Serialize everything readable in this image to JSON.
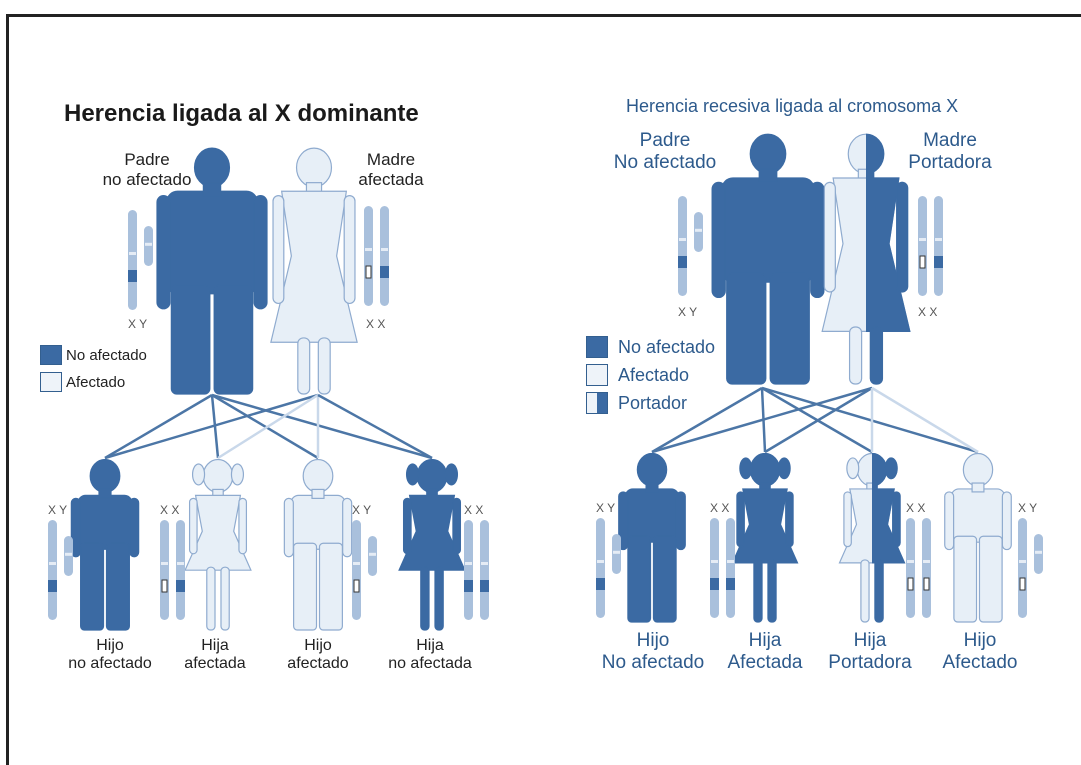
{
  "colors": {
    "affected_dark": "#3b6aa3",
    "unaffected_light": "#e7eff7",
    "chrom_light": "#a9c0dc",
    "chrom_dark": "#3b6aa3",
    "line_dark": "#4c76a6",
    "line_light": "#c9d8ea",
    "outline": "#8fabcf"
  },
  "left": {
    "title": "Herencia ligada al X dominante",
    "father": {
      "line1": "Padre",
      "line2": "no afectado",
      "chrom": "X  Y"
    },
    "mother": {
      "line1": "Madre",
      "line2": "afectada",
      "chrom": "X  X"
    },
    "legend": [
      {
        "label": "No afectado",
        "icon": "solid-swatch"
      },
      {
        "label": "Afectado",
        "icon": "light-swatch"
      }
    ],
    "children": [
      {
        "line1": "Hijo",
        "line2": "no afectado",
        "chrom": "X  Y"
      },
      {
        "line1": "Hija",
        "line2": "afectada",
        "chrom": "X  X"
      },
      {
        "line1": "Hijo",
        "line2": "afectado",
        "chrom": "X  Y"
      },
      {
        "line1": "Hija",
        "line2": "no afectada",
        "chrom": "X  X"
      }
    ]
  },
  "right": {
    "title": "Herencia recesiva ligada al cromosoma X",
    "father": {
      "line1": "Padre",
      "line2": "No afectado",
      "chrom": "X  Y"
    },
    "mother": {
      "line1": "Madre",
      "line2": "Portadora",
      "chrom": "X  X"
    },
    "legend": [
      {
        "label": "No afectado",
        "icon": "solid-swatch"
      },
      {
        "label": "Afectado",
        "icon": "light-swatch"
      },
      {
        "label": "Portador",
        "icon": "half-swatch"
      }
    ],
    "children": [
      {
        "line1": "Hijo",
        "line2": "No afectado",
        "chrom": "X  Y"
      },
      {
        "line1": "Hija",
        "line2": "Afectada",
        "chrom": "X  X"
      },
      {
        "line1": "Hija",
        "line2": "Portadora",
        "chrom": "X  X"
      },
      {
        "line1": "Hijo",
        "line2": "Afectado",
        "chrom": "X  Y"
      }
    ]
  }
}
